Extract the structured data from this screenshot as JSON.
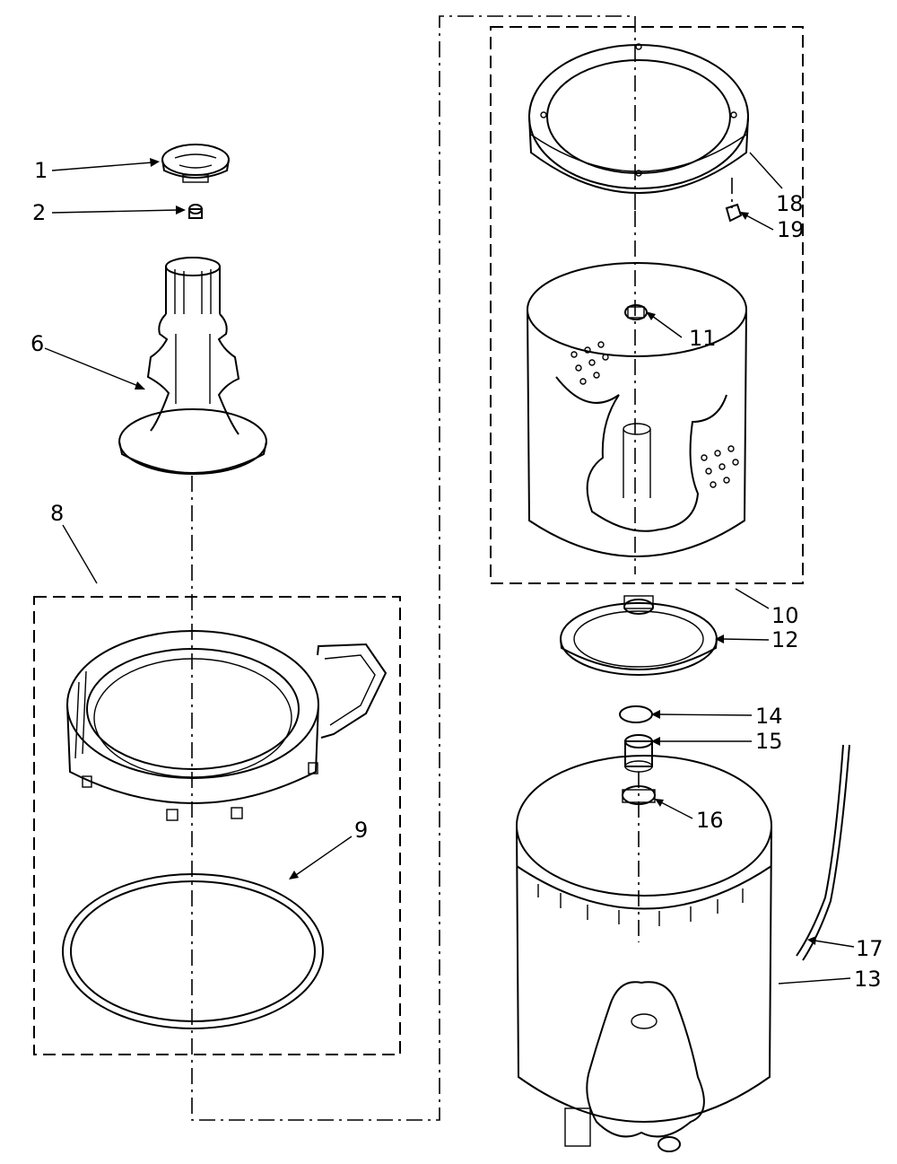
{
  "diagram": {
    "callouts": [
      {
        "id": "p1",
        "text": "1"
      },
      {
        "id": "p2",
        "text": "2"
      },
      {
        "id": "p6",
        "text": "6"
      },
      {
        "id": "p8",
        "text": "8"
      },
      {
        "id": "p9",
        "text": "9"
      },
      {
        "id": "p10",
        "text": "10"
      },
      {
        "id": "p11",
        "text": "11"
      },
      {
        "id": "p12",
        "text": "12"
      },
      {
        "id": "p13",
        "text": "13"
      },
      {
        "id": "p14",
        "text": "14"
      },
      {
        "id": "p15",
        "text": "15"
      },
      {
        "id": "p16",
        "text": "16"
      },
      {
        "id": "p17",
        "text": "17"
      },
      {
        "id": "p18",
        "text": "18"
      },
      {
        "id": "p19",
        "text": "19"
      }
    ]
  }
}
